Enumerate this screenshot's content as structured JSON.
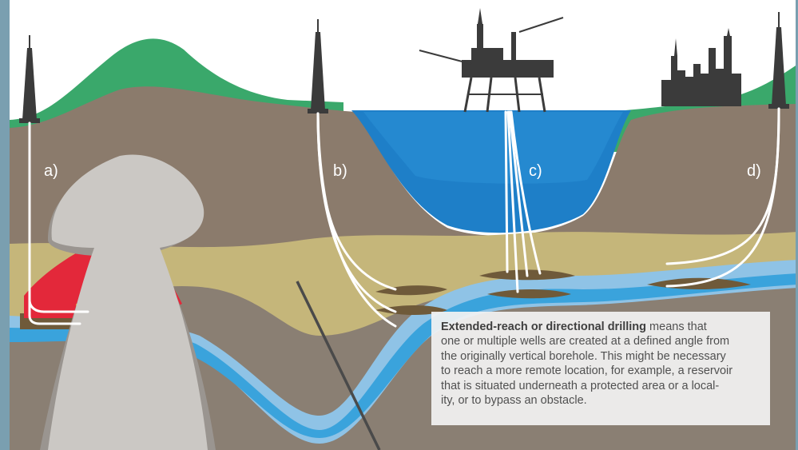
{
  "labels": {
    "a": "a)",
    "b": "b)",
    "c": "c)",
    "d": "d)"
  },
  "caption": {
    "bold": "Extended-reach or directional drilling",
    "lines": [
      " means that",
      "one or multiple wells are created at a defined angle from",
      "the originally vertical borehole. This might be necessary",
      "to reach a more remote location, for example, a reservoir",
      "that is situated underneath a protected area or a local-",
      "ity, or to bypass an obstacle."
    ]
  },
  "colors": {
    "green": "#3aa86b",
    "brown": "#8b7b6c",
    "sand": "#c5b67a",
    "ocean": "#1e7fc8",
    "aquifer_light": "#8fc3e6",
    "aquifer": "#3aa3dc",
    "salt": "#cbc8c4",
    "reservoir": "#e3283a",
    "oilbed": "#7a5a2c",
    "rig": "#3b3b3b"
  }
}
